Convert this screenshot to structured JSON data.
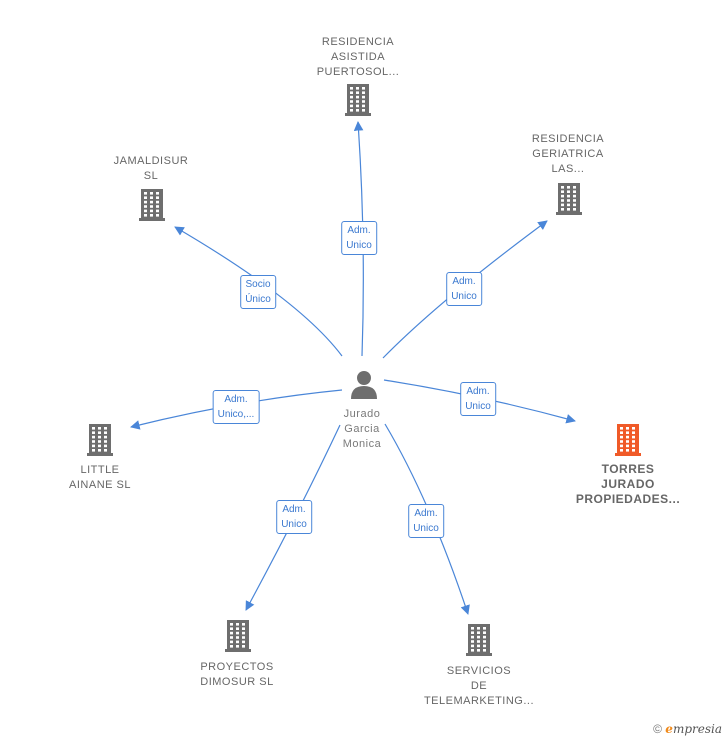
{
  "colors": {
    "edge": "#4a86d8",
    "building": "#6e6e6e",
    "building_highlight": "#f05a28",
    "person": "#6e6e6e"
  },
  "center": {
    "name_lines": [
      "Jurado",
      "Garcia",
      "Monica"
    ],
    "icon": "person-icon"
  },
  "nodes": [
    {
      "id": "residencia-asistida",
      "lines": [
        "RESIDENCIA",
        "ASISTIDA",
        "PUERTOSOL..."
      ],
      "icon": "building-icon",
      "highlight": false
    },
    {
      "id": "residencia-geriatrica",
      "lines": [
        "RESIDENCIA",
        "GERIATRICA",
        "LAS..."
      ],
      "icon": "building-icon",
      "highlight": false
    },
    {
      "id": "jamaldisur",
      "lines": [
        "JAMALDISUR",
        "SL"
      ],
      "icon": "building-icon",
      "highlight": false
    },
    {
      "id": "little-ainane",
      "lines": [
        "LITTLE",
        "AINANE  SL"
      ],
      "icon": "building-icon",
      "highlight": false
    },
    {
      "id": "torres-jurado",
      "lines": [
        "TORRES",
        "JURADO",
        "PROPIEDADES..."
      ],
      "icon": "building-icon",
      "highlight": true
    },
    {
      "id": "proyectos-dimosur",
      "lines": [
        "PROYECTOS",
        "DIMOSUR  SL"
      ],
      "icon": "building-icon",
      "highlight": false
    },
    {
      "id": "servicios-telemarketing",
      "lines": [
        "SERVICIOS",
        "DE",
        "TELEMARKETING..."
      ],
      "icon": "building-icon",
      "highlight": false
    }
  ],
  "edges": [
    {
      "to": "residencia-asistida",
      "label_lines": [
        "Adm.",
        "Unico"
      ]
    },
    {
      "to": "residencia-geriatrica",
      "label_lines": [
        "Adm.",
        "Unico"
      ]
    },
    {
      "to": "jamaldisur",
      "label_lines": [
        "Socio",
        "Único"
      ]
    },
    {
      "to": "little-ainane",
      "label_lines": [
        "Adm.",
        "Unico,..."
      ]
    },
    {
      "to": "torres-jurado",
      "label_lines": [
        "Adm.",
        "Unico"
      ]
    },
    {
      "to": "proyectos-dimosur",
      "label_lines": [
        "Adm.",
        "Unico"
      ]
    },
    {
      "to": "servicios-telemarketing",
      "label_lines": [
        "Adm.",
        "Unico"
      ]
    }
  ],
  "footer": {
    "copyright_symbol": "©",
    "brand_initial": "e",
    "brand_rest": "mpresia"
  }
}
